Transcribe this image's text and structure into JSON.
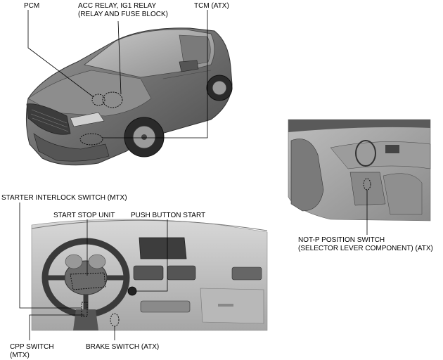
{
  "labels": {
    "pcm": "PCM",
    "acc_relay_line1": "ACC RELAY, IG1 RELAY",
    "acc_relay_line2": "(RELAY AND FUSE BLOCK)",
    "tcm": "TCM (ATX)",
    "starter_interlock": "STARTER INTERLOCK SWITCH (MTX)",
    "start_stop_unit": "START STOP UNIT",
    "push_button_start": "PUSH BUTTON START",
    "not_p_line1": "NOT-P POSITION SWITCH",
    "not_p_line2": "(SELECTOR LEVER COMPONENT) (ATX)",
    "cpp_line1": "CPP SWITCH",
    "cpp_line2": "(MTX)",
    "brake_switch": "BRAKE SWITCH (ATX)"
  }
}
